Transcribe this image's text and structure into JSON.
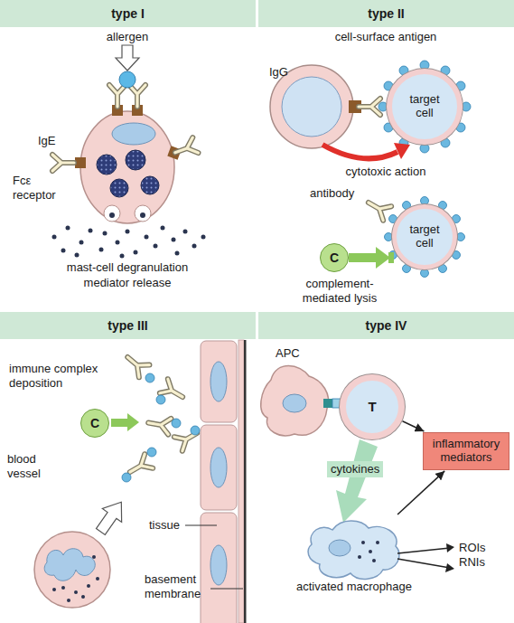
{
  "diagram": {
    "nodes": [
      {
        "text": [
          "type I"
        ]
      },
      {
        "text": [
          "type II"
        ]
      },
      {
        "text": [
          "type III"
        ]
      },
      {
        "text": [
          "type IV"
        ]
      },
      {
        "text": [
          "target cell"
        ]
      },
      {
        "text": [
          "target cell"
        ]
      },
      {
        "text": [
          "C"
        ]
      },
      {
        "text": [
          "C"
        ]
      },
      {
        "text": [
          "T"
        ]
      },
      {
        "text": [
          "inflammatory mediators"
        ]
      },
      {
        "text": [
          "activated macrophage"
        ]
      }
    ],
    "edges": [
      {
        "from": 8,
        "to": 9,
        "arrow": "to"
      },
      {
        "from": 10,
        "to": 9,
        "arrow": "to"
      }
    ],
    "labels": [
      "allergen",
      "IgE",
      "Fcε receptor",
      "mast-cell degranulation",
      "mediator release",
      "cell-surface antigen",
      "IgG",
      "cytotoxic action",
      "antibody",
      "complement-mediated lysis",
      "immune complex deposition",
      "blood vessel",
      "tissue",
      "basement membrane",
      "APC",
      "cytokines",
      "ROIs RNIs"
    ]
  }
}
